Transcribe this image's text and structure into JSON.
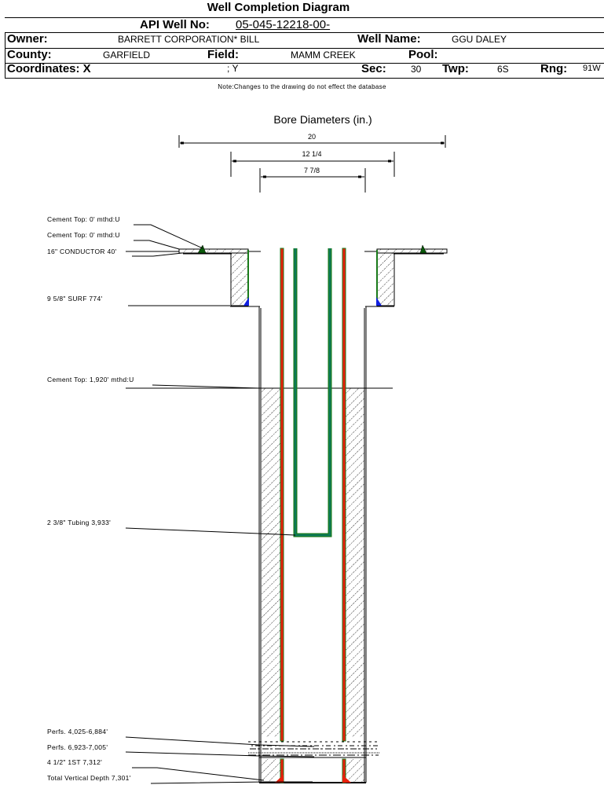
{
  "header": {
    "title": "Well Completion Diagram",
    "api_label": "API Well No:",
    "api_value": "05-045-12218-00-",
    "owner_label": "Owner:",
    "owner_value": "BARRETT CORPORATION* BILL",
    "well_name_label": "Well Name:",
    "well_name_value": "GGU DALEY",
    "county_label": "County:",
    "county_value": "GARFIELD",
    "field_label": "Field:",
    "field_value": "MAMM CREEK",
    "pool_label": "Pool:",
    "pool_value": "",
    "coords_label": "Coordinates: X",
    "coords_x_value": "",
    "coords_y_label": "; Y",
    "sec_label": "Sec:",
    "sec_value": "30",
    "twp_label": "Twp:",
    "twp_value": "6S",
    "rng_label": "Rng:",
    "rng_value": "91W",
    "note": "Note:Changes to the drawing do not effect the database"
  },
  "diagram": {
    "bore_title": "Bore Diameters (in.)",
    "bore_diameters": [
      "20",
      "12 1/4",
      "7 7/8"
    ],
    "annotations": [
      "Cement Top: 0' mthd:U",
      "Cement Top: 0' mthd:U",
      "16\" CONDUCTOR  40'",
      "9 5/8\" SURF      774'",
      "Cement Top: 1,920' mthd:U",
      "2 3/8\" Tubing 3,933'",
      "Perfs. 4,025-6,884'",
      "Perfs. 6,923-7,005'",
      "4 1/2\" 1ST        7,312'",
      "Total Vertical Depth 7,301'"
    ],
    "colors": {
      "production_casing": "#e8200c",
      "casing_outline": "#1a7a1a",
      "tubing": "#0c7a5a",
      "surface_cement_shoe": "#1020e0",
      "cement_top_marker": "#0a5a0a"
    }
  }
}
